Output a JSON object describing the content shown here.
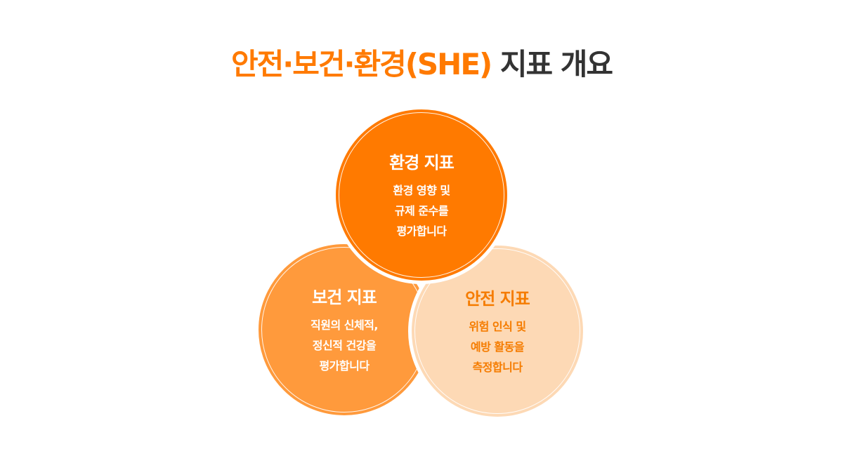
{
  "title": {
    "accent": "안전·보건·환경(SHE)",
    "rest": " 지표 개요"
  },
  "circles": {
    "environment": {
      "heading": "환경 지표",
      "lines": [
        "환경 영향 및",
        "규제 준수를",
        "평가합니다"
      ]
    },
    "health": {
      "heading": "보건 지표",
      "lines": [
        "직원의 신체적,",
        "정신적 건강을",
        "평가합니다"
      ]
    },
    "safety": {
      "heading": "안전 지표",
      "lines": [
        "위험 인식 및",
        "예방 활동을",
        "측정합니다"
      ]
    }
  },
  "colors": {
    "accent": "#FF7A00",
    "health": "#FF9A3C",
    "safety": "#FDD9B5",
    "safety_text": "#F57C00",
    "title_dark": "#333333"
  }
}
